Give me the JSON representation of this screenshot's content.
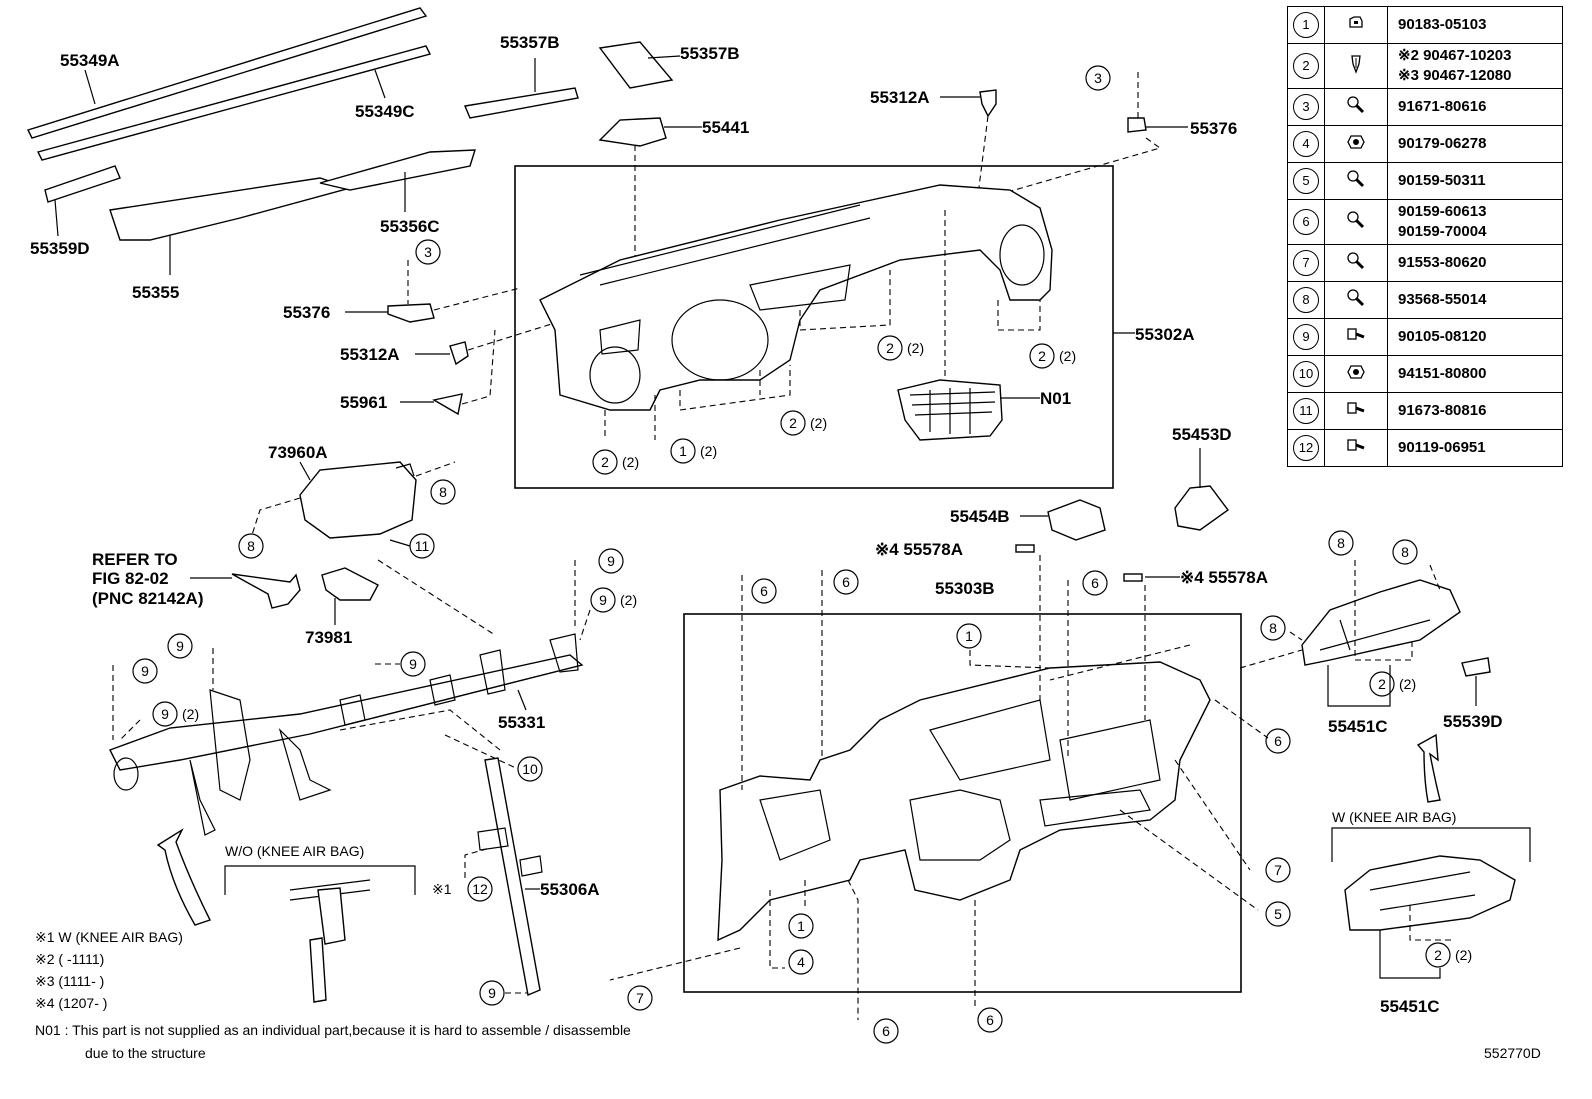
{
  "figure_code": "552770D",
  "table": [
    {
      "num": "1",
      "icon": "clip-nut-icon",
      "parts": [
        "90183-05103"
      ]
    },
    {
      "num": "2",
      "icon": "clip-icon",
      "parts": [
        "※2 90467-10203",
        "※3 90467-12080"
      ]
    },
    {
      "num": "3",
      "icon": "screw-icon",
      "parts": [
        "91671-80616"
      ]
    },
    {
      "num": "4",
      "icon": "nut-icon",
      "parts": [
        "90179-06278"
      ]
    },
    {
      "num": "5",
      "icon": "screw-icon",
      "parts": [
        "90159-50311"
      ]
    },
    {
      "num": "6",
      "icon": "screw-icon",
      "parts": [
        "90159-60613",
        "90159-70004"
      ]
    },
    {
      "num": "7",
      "icon": "screw-icon",
      "parts": [
        "91553-80620"
      ]
    },
    {
      "num": "8",
      "icon": "screw-icon",
      "parts": [
        "93568-55014"
      ]
    },
    {
      "num": "9",
      "icon": "bolt-icon",
      "parts": [
        "90105-08120"
      ]
    },
    {
      "num": "10",
      "icon": "nut-icon",
      "parts": [
        "94151-80800"
      ]
    },
    {
      "num": "11",
      "icon": "bolt-icon",
      "parts": [
        "91673-80816"
      ]
    },
    {
      "num": "12",
      "icon": "bolt-icon",
      "parts": [
        "90119-06951"
      ]
    }
  ],
  "labels": {
    "p55349A": "55349A",
    "p55349C": "55349C",
    "p55357B_a": "55357B",
    "p55357B_b": "55357B",
    "p55441": "55441",
    "p55312A_a": "55312A",
    "p55376_a": "55376",
    "p55359D": "55359D",
    "p55356C": "55356C",
    "p55355": "55355",
    "p55376_b": "55376",
    "p55312A_b": "55312A",
    "p55961": "55961",
    "p55302A": "55302A",
    "pN01": "N01",
    "p55453D": "55453D",
    "p73960A": "73960A",
    "p55454B": "55454B",
    "p55578A_a": "※4 55578A",
    "p55578A_b": "※4 55578A",
    "p55303B": "55303B",
    "p73981": "73981",
    "p55331": "55331",
    "p55306A": "55306A",
    "p55451C_a": "55451C",
    "p55451C_b": "55451C",
    "p55539D": "55539D",
    "refer_line1": "REFER TO",
    "refer_line2": "FIG 82-02",
    "refer_line3": "(PNC 82142A)",
    "wo_knee": "W/O (KNEE AIR BAG)",
    "w_knee": "W (KNEE AIR BAG)",
    "qty2": "(2)"
  },
  "notes": [
    "※1 W (KNEE AIR BAG)",
    "※2 (   -1111)",
    "※3 (1111-   )",
    "※4 (1207-   )"
  ],
  "n01_note_line1": "N01 : This part is not supplied as an individual part,because it is hard to assemble / disassemble",
  "n01_note_line2": "due to the structure",
  "callouts": {
    "c1": "1",
    "c2": "2",
    "c3": "3",
    "c4": "4",
    "c5": "5",
    "c6": "6",
    "c7": "7",
    "c8": "8",
    "c9": "9",
    "c10": "10",
    "c11": "11",
    "c12": "12",
    "x1": "※1"
  }
}
